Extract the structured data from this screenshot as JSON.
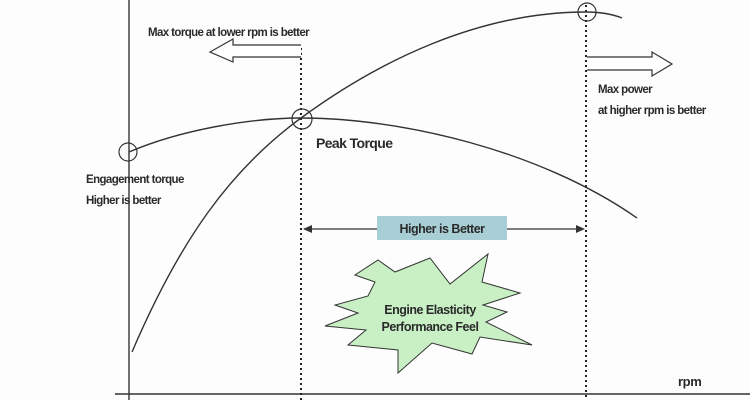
{
  "diagram": {
    "labels": {
      "max_torque": "Max torque at lower rpm is better",
      "max_power_line1": "Max power",
      "max_power_line2": "at higher rpm is better",
      "engagement_line1": "Engagement torque",
      "engagement_line2": "Higher is better",
      "peak_torque": "Peak Torque",
      "higher_is_better": "Higher is Better",
      "elasticity_line1": "Engine Elasticity",
      "elasticity_line2": "Performance Feel",
      "x_axis": "rpm"
    },
    "colors": {
      "line": "#333333",
      "banner": "#a9cfd6",
      "burst": "#c9f0c4",
      "text": "#2a2a2a"
    }
  }
}
